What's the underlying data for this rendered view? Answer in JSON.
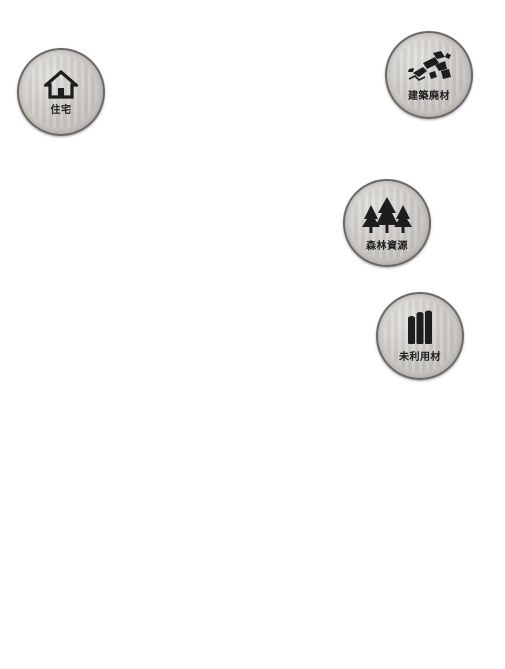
{
  "badges": {
    "housing": {
      "label": "住宅",
      "icon": "house-icon"
    },
    "construction_waste": {
      "label": "建築廃材",
      "icon": "demolition-debris-icon"
    },
    "forest_resources": {
      "label": "森林資源",
      "icon": "forest-trees-icon"
    },
    "unused_timber": {
      "label": "未利用材",
      "icon": "logs-icon"
    }
  },
  "colors": {
    "background": "#ffffff",
    "badge_fill": "#cfccc8",
    "badge_border": "#6a6866",
    "icon": "#1d1d1d"
  }
}
